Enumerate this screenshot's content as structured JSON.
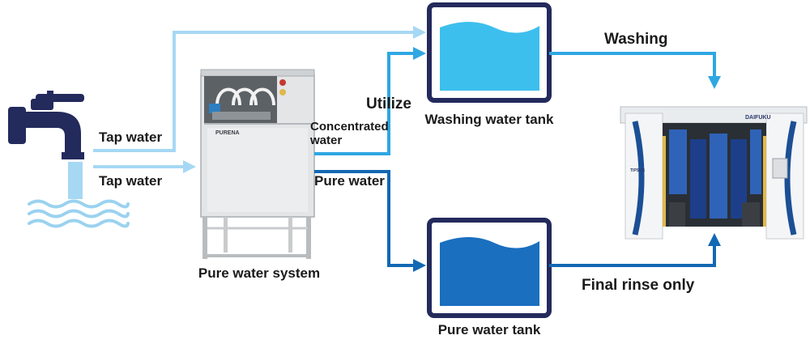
{
  "labels": {
    "tap_water_1": "Tap water",
    "tap_water_2": "Tap water",
    "concentrated_water": "Concentrated\nwater",
    "utilize": "Utilize",
    "pure_water": "Pure water",
    "pure_water_system": "Pure water system",
    "washing_water_tank": "Washing water tank",
    "pure_water_tank": "Pure water tank",
    "washing": "Washing",
    "final_rinse_only": "Final rinse only"
  },
  "machine": {
    "brand": "PURENA"
  },
  "carwash": {
    "brand": "DAIFUKU",
    "side_brand": "TIPSUS"
  },
  "colors": {
    "tap_line": "#a6d8f4",
    "concentrated_line": "#2fa7e3",
    "pure_line": "#1268b3",
    "tank_frame": "#232a5c",
    "washing_water": "#3dbfee",
    "pure_water_fill": "#1a6fbf",
    "faucet": "#232a5c",
    "waves": "#9ad2ef"
  }
}
